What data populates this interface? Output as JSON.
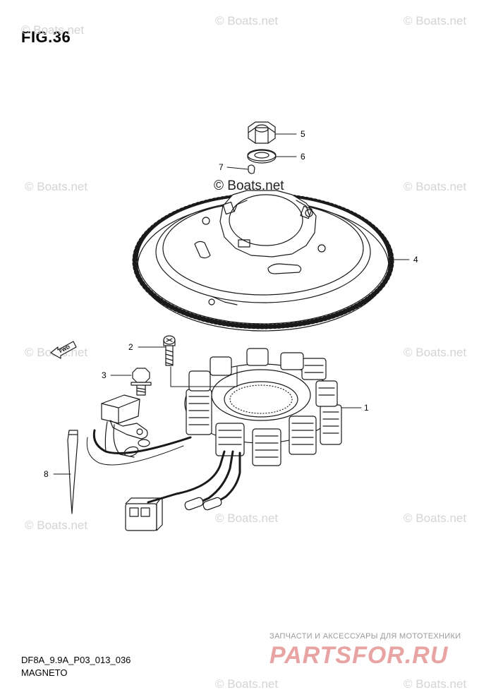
{
  "figure": {
    "title": "FIG.36",
    "code": "DF8A_9.9A_P03_013_036",
    "name": "MAGNETO"
  },
  "watermark": {
    "text": "© Boats.net"
  },
  "callouts": [
    "1",
    "2",
    "3",
    "4",
    "5",
    "6",
    "7",
    "8"
  ],
  "fwd_label": "FWD",
  "promo": {
    "line": "ЗАПЧАСТИ И АКСЕССУАРЫ ДЛЯ МОТОТЕХНИКИ",
    "brand": "PARTSFOR.RU"
  },
  "colors": {
    "line": "#1a1a1a",
    "watermark": "#d4d4d4",
    "brand": "#e8a3a3"
  }
}
